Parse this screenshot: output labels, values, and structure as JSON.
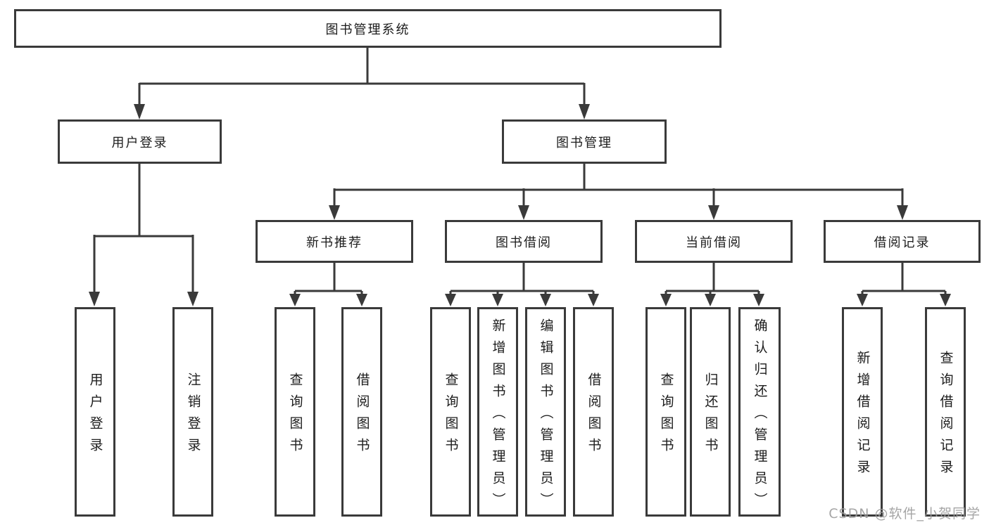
{
  "tree": {
    "root": {
      "label": "图书管理系统"
    },
    "branches": [
      {
        "label": "用户登录",
        "children": [
          {
            "label": "用户登录"
          },
          {
            "label": "注销登录"
          }
        ]
      },
      {
        "label": "图书管理",
        "groups": [
          {
            "label": "新书推荐",
            "children": [
              {
                "label": "查询图书"
              },
              {
                "label": "借阅图书"
              }
            ]
          },
          {
            "label": "图书借阅",
            "children": [
              {
                "label": "查询图书"
              },
              {
                "label": "新增图书（管理员）"
              },
              {
                "label": "编辑图书（管理员）"
              },
              {
                "label": "借阅图书"
              }
            ]
          },
          {
            "label": "当前借阅",
            "children": [
              {
                "label": "查询图书"
              },
              {
                "label": "归还图书"
              },
              {
                "label": "确认归还（管理员）"
              }
            ]
          },
          {
            "label": "借阅记录",
            "children": [
              {
                "label": "新增借阅记录"
              },
              {
                "label": "查询借阅记录"
              }
            ]
          }
        ]
      }
    ]
  },
  "watermark": {
    "text": "CSDN @软件_小贺同学"
  },
  "colors": {
    "line": "#3a3a3a",
    "box_bg": "#ffffff",
    "text": "#1c1c1c",
    "watermark": "#9c9c9c",
    "page_bg": "#ffffff"
  }
}
